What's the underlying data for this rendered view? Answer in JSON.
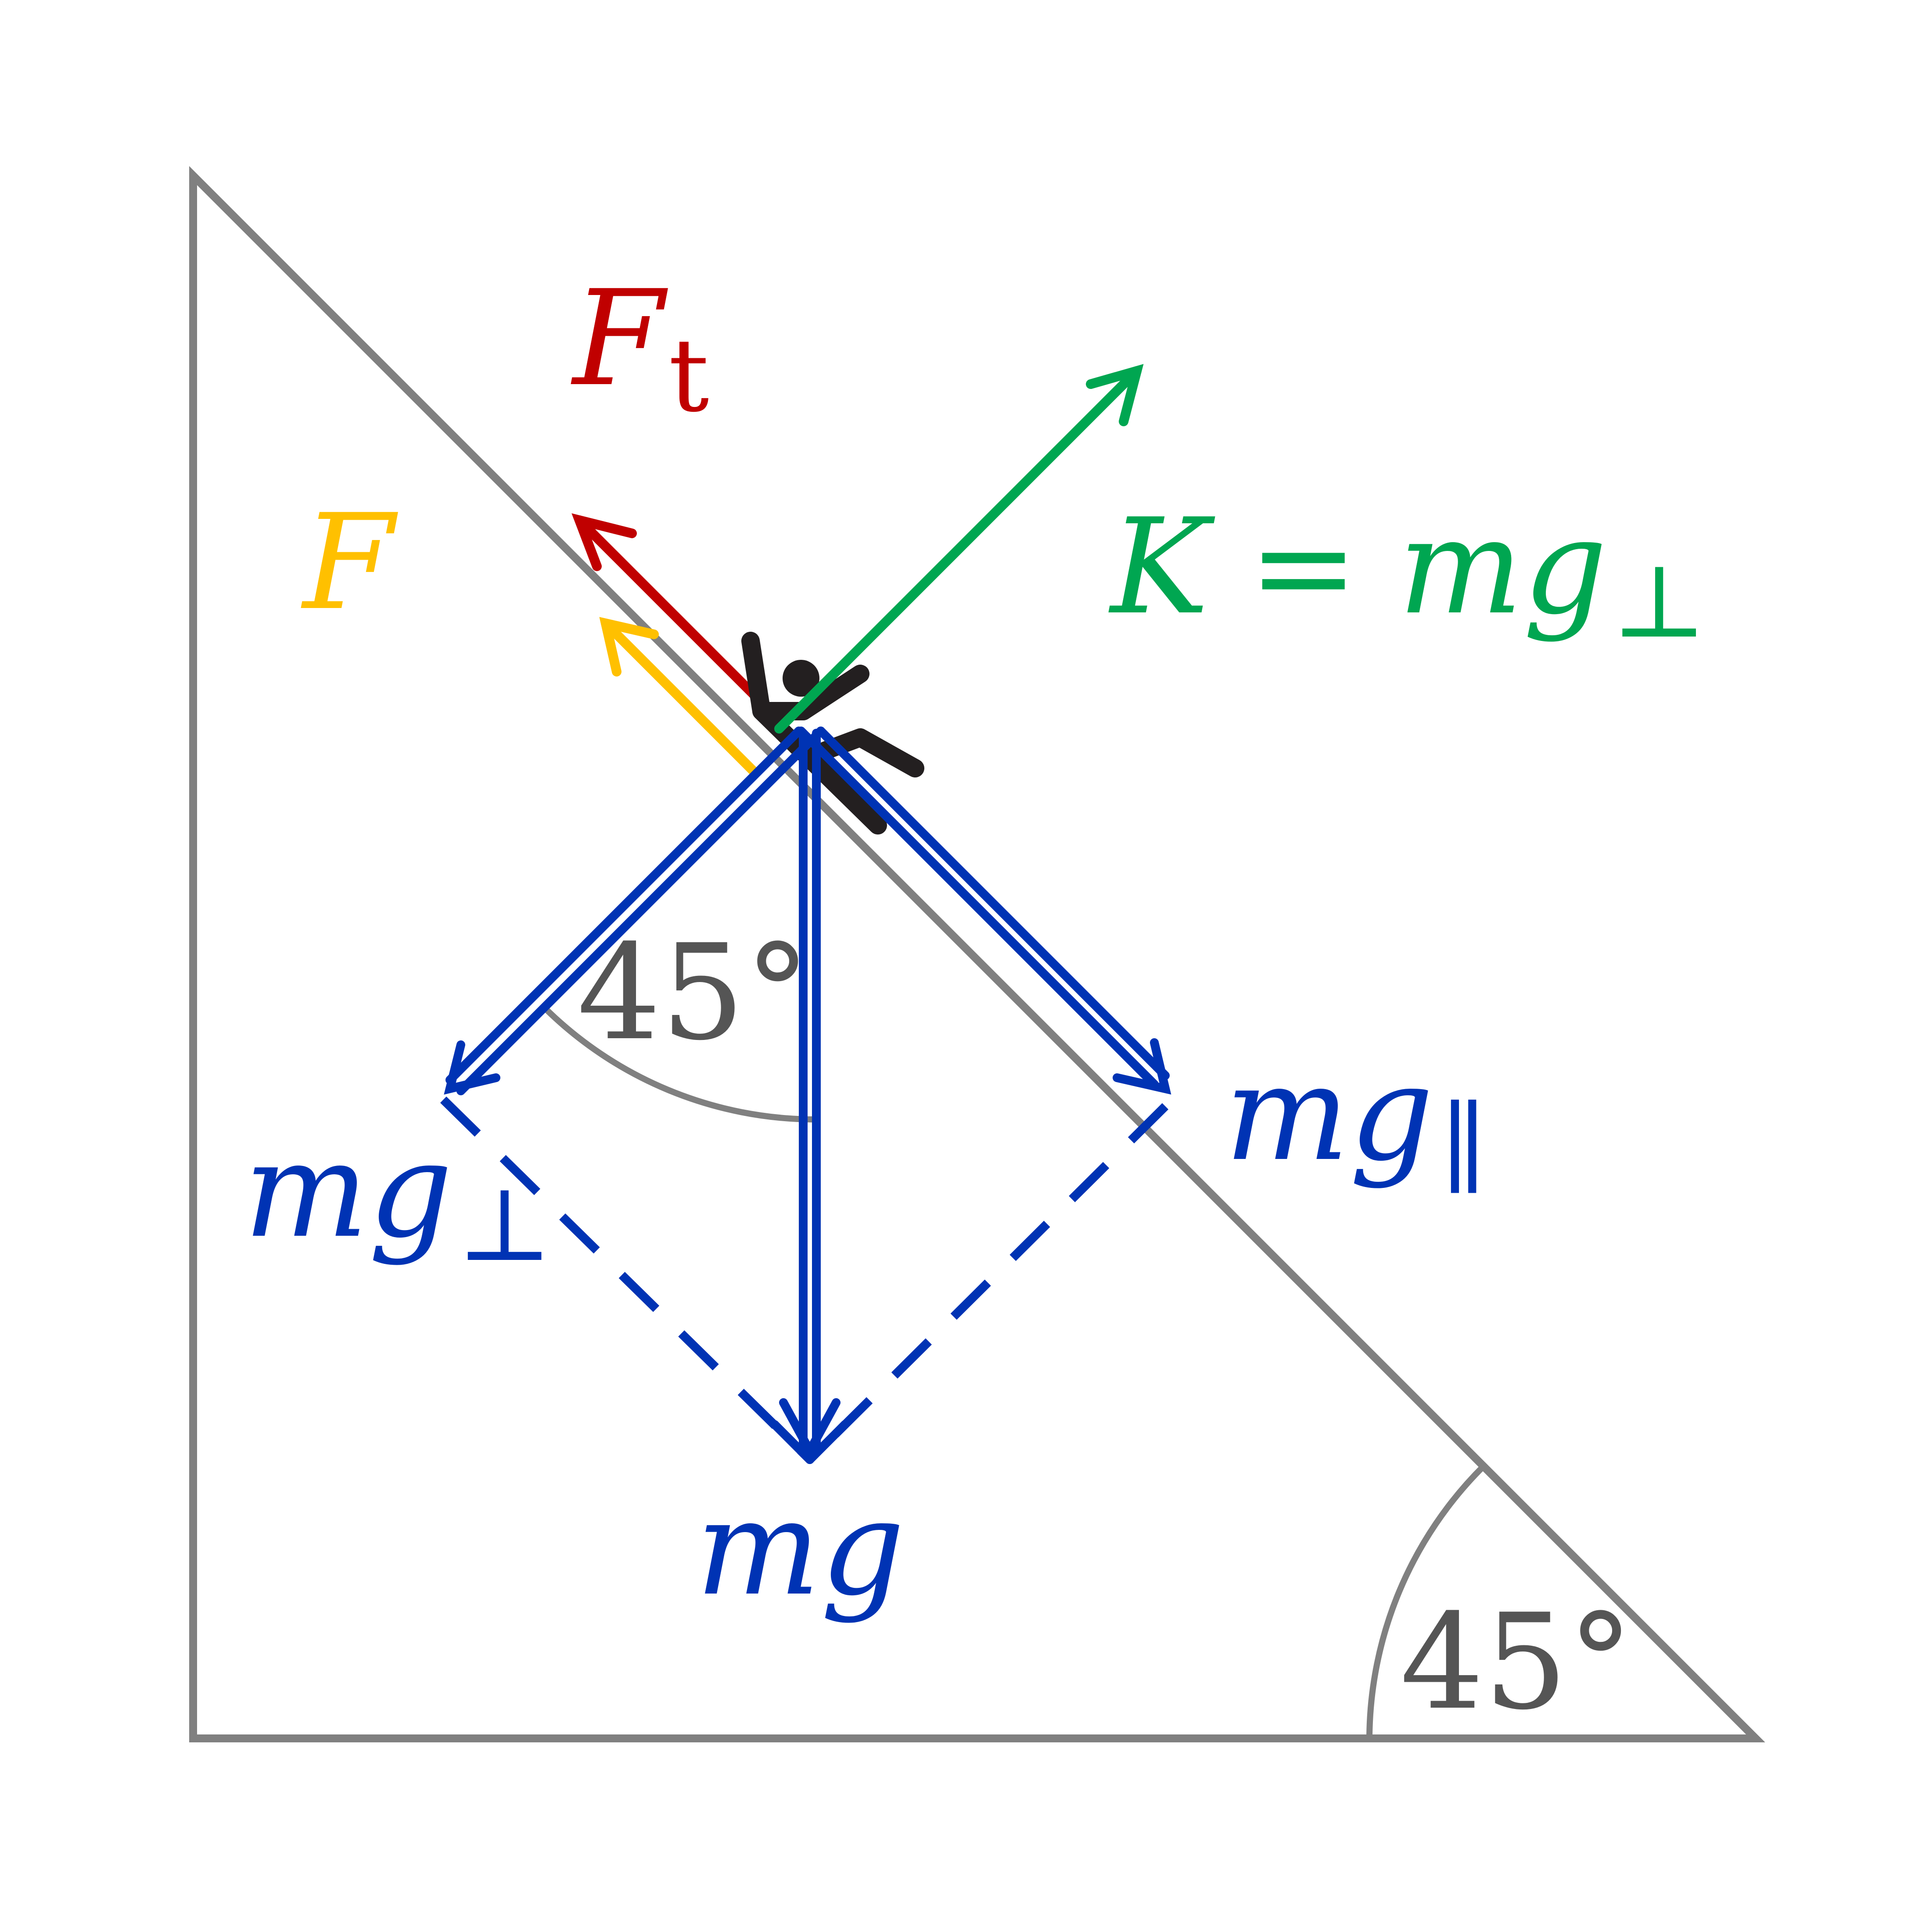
{
  "colors": {
    "incline": "#808080",
    "gravity": "#0033B4",
    "normal": "#00A651",
    "friction_total": "#C00000",
    "applied": "#FFC000",
    "figure": "#231F20",
    "angle_text": "#555555"
  },
  "labels": {
    "friction": {
      "main": "F",
      "sub": "t"
    },
    "applied": {
      "main": "F"
    },
    "normal": {
      "main": "K",
      "eq": "=",
      "rhs_main": "mg",
      "rhs_sub": "⊥"
    },
    "parallel": {
      "main": "mg",
      "sub": "∥"
    },
    "perpendicular": {
      "main": "mg",
      "sub": "⊥"
    },
    "weight": {
      "main": "mg"
    }
  },
  "angles": {
    "incline_angle": "45°",
    "vector_angle": "45°"
  },
  "icons": {
    "figure": "sliding-person-icon"
  }
}
